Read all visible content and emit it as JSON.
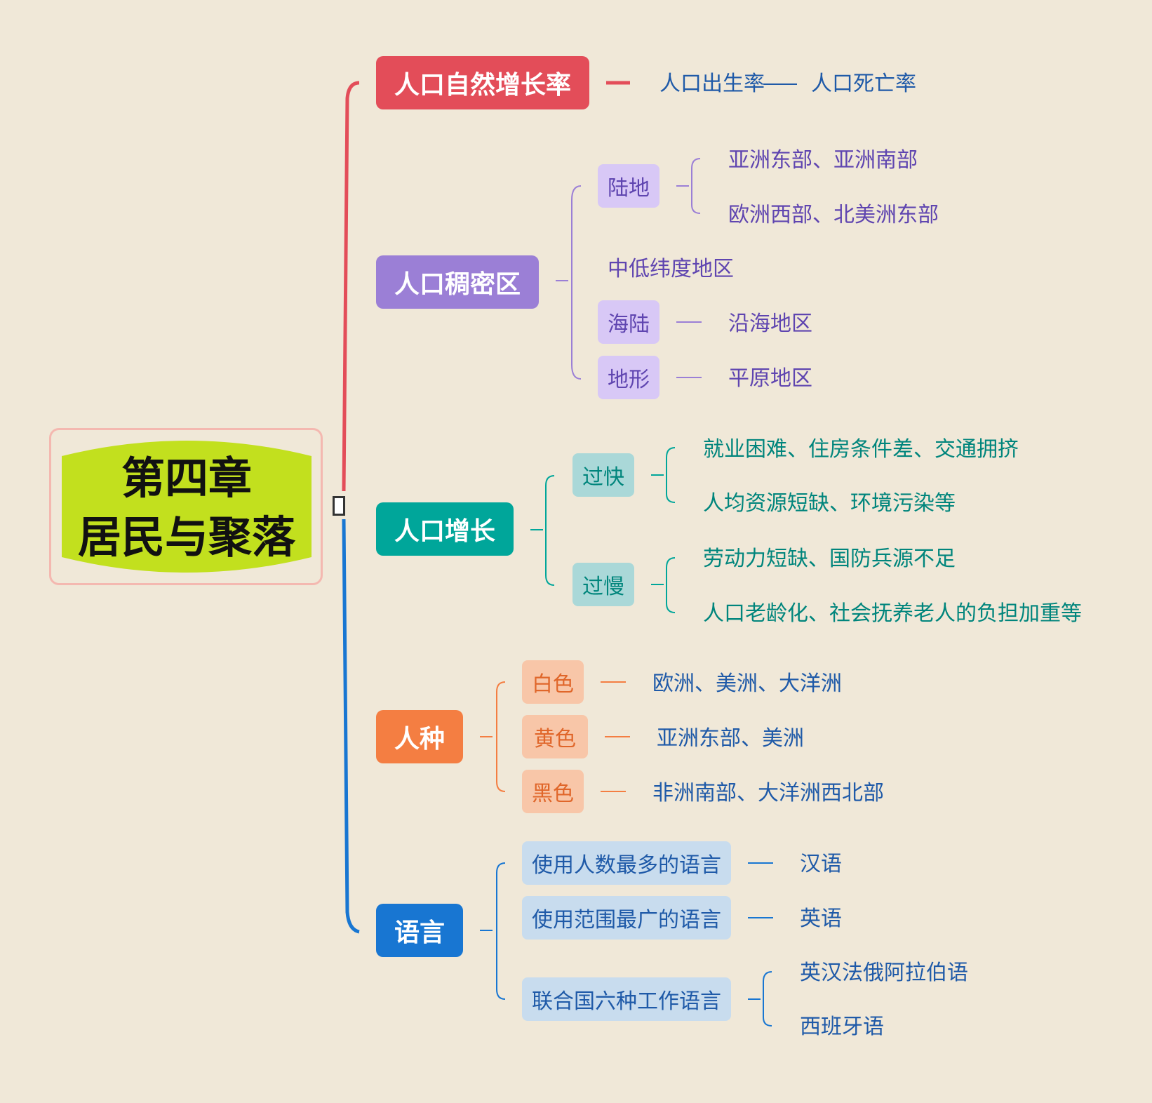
{
  "colors": {
    "background": "#f0e8d8",
    "root": "#c2e01e",
    "red": "#e34d59",
    "purple": "#9b7fd6",
    "teal": "#00a69a",
    "orange": "#f47e42",
    "blue": "#1876d2"
  },
  "root": {
    "line1": "第四章",
    "line2": "居民与聚落"
  },
  "b1": {
    "title": "人口自然增长率",
    "formula_part1": "人口出生率",
    "formula_part2": "人口死亡率"
  },
  "b2": {
    "title": "人口稠密区",
    "land": {
      "label": "陆地",
      "items": [
        "亚洲东部、亚洲南部",
        "欧洲西部、北美洲东部"
      ]
    },
    "latitude": "中低纬度地区",
    "sealand": {
      "label": "海陆",
      "value": "沿海地区"
    },
    "terrain": {
      "label": "地形",
      "value": "平原地区"
    }
  },
  "b3": {
    "title": "人口增长",
    "fast": {
      "label": "过快",
      "items": [
        "就业困难、住房条件差、交通拥挤",
        "人均资源短缺、环境污染等"
      ]
    },
    "slow": {
      "label": "过慢",
      "items": [
        "劳动力短缺、国防兵源不足",
        "人口老龄化、社会抚养老人的负担加重等"
      ]
    }
  },
  "b4": {
    "title": "人种",
    "white": {
      "label": "白色",
      "value": "欧洲、美洲、大洋洲"
    },
    "yellow": {
      "label": "黄色",
      "value": "亚洲东部、美洲"
    },
    "black": {
      "label": "黑色",
      "value": "非洲南部、大洋洲西北部"
    }
  },
  "b5": {
    "title": "语言",
    "most": {
      "label": "使用人数最多的语言",
      "value": "汉语"
    },
    "widest": {
      "label": "使用范围最广的语言",
      "value": "英语"
    },
    "un": {
      "label": "联合国六种工作语言",
      "items": [
        "英汉法俄阿拉伯语",
        "西班牙语"
      ]
    }
  }
}
